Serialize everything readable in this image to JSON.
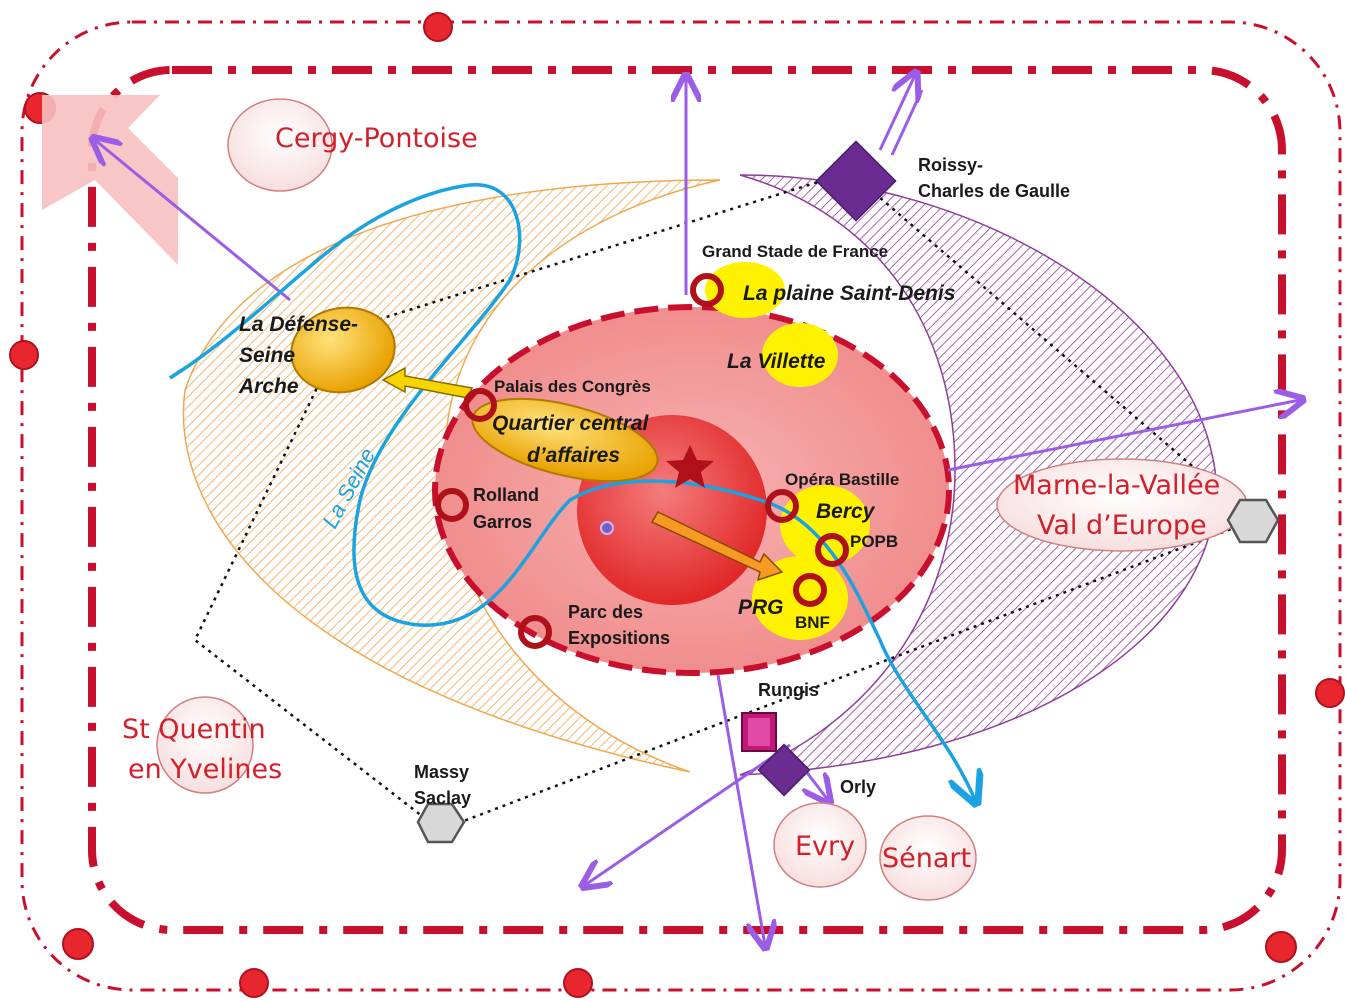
{
  "labels": {
    "cergy": "Cergy-Pontoise",
    "st_quentin_line1": "St Quentin",
    "st_quentin_line2": "en Yvelines",
    "marne_line1": "Marne-la-Vallée",
    "marne_line2": "Val d’Europe",
    "evry": "Evry",
    "senart": "Sénart",
    "roissy_line1": "Roissy-",
    "roissy_line2": "Charles de Gaulle",
    "grand_stade": "Grand Stade de France",
    "plaine": "La plaine  Saint-Denis",
    "villette": "La Villette",
    "defense_line1": "La Défense-",
    "defense_line2": "Seine",
    "defense_line3": "Arche",
    "palais": "Palais des Congrès",
    "qca_line1": "Quartier central",
    "qca_line2": "d’affaires",
    "rolland_line1": "Rolland",
    "rolland_line2": "Garros",
    "opera": "Opéra Bastille",
    "bercy": "Bercy",
    "popb": "POPB",
    "prg": "PRG",
    "bnf": "BNF",
    "parc_line1": "Parc des",
    "parc_line2": "Expositions",
    "rungis": "Rungis",
    "orly": "Orly",
    "massy_line1": "Massy",
    "massy_line2": "Saclay",
    "seine": "La Seine"
  },
  "colors": {
    "ring_red": "#c8102e",
    "dot_red": "#e8262d",
    "paris_pink": "#f4a3a3",
    "center_red": "#e53935",
    "yellow_zone": "#fff200",
    "gold": "#f5b400",
    "arrow_purple": "#9b5de5",
    "seine_blue": "#1aa3e0",
    "hatch_orange": "#f0a850",
    "hatch_purple": "#8e3e9a",
    "diamond_purple": "#6a2c91",
    "rungis_magenta": "#c2187a",
    "city_text": "#d21f2a"
  }
}
